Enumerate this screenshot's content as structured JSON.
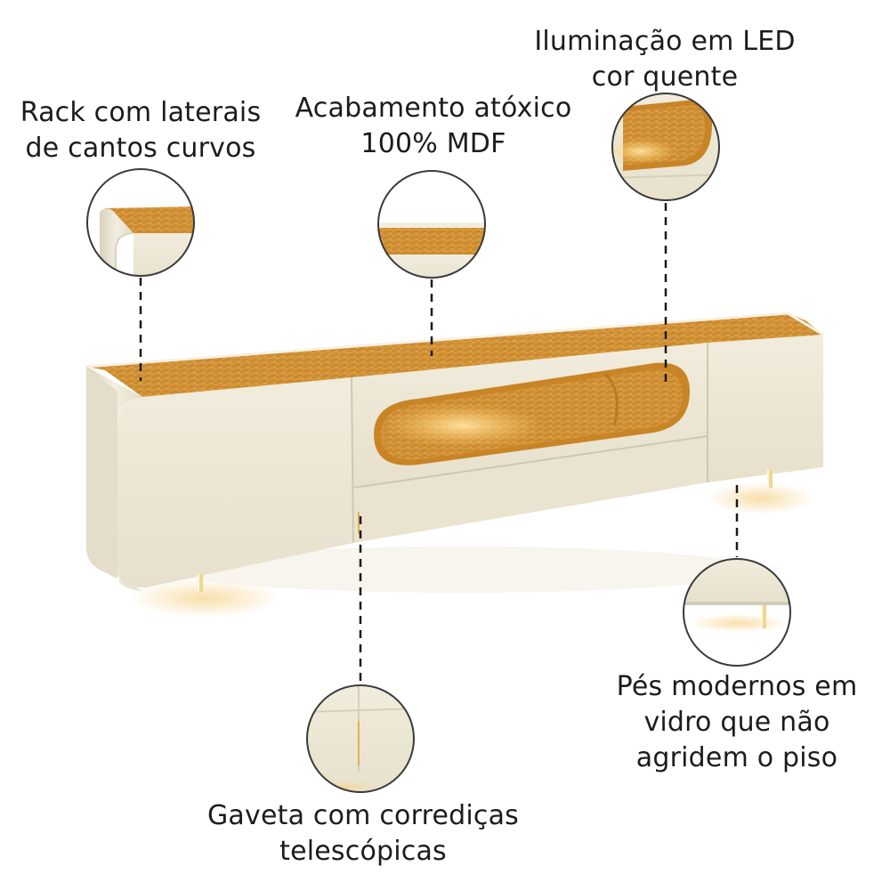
{
  "callouts": {
    "rack_sides": {
      "line1": "Rack com laterais",
      "line2": "de cantos curvos"
    },
    "finish": {
      "line1": "Acabamento atóxico",
      "line2": "100% MDF"
    },
    "led": {
      "line1": "Iluminação em LED",
      "line2": "cor quente"
    },
    "feet": {
      "line1": "Pés modernos em",
      "line2": "vidro que não",
      "line3": "agridem o piso"
    },
    "drawer": {
      "line1": "Gaveta com corrediças",
      "line2": "telescópicas"
    }
  },
  "colors": {
    "body": "#ece7d6",
    "body_shadow": "#d2cbb6",
    "wood": "#d99a3a",
    "wood_dark": "#b87722",
    "led_glow": "#ffd27a",
    "leader_line": "#1a1a1a",
    "circle_border": "#3a3a3a"
  }
}
